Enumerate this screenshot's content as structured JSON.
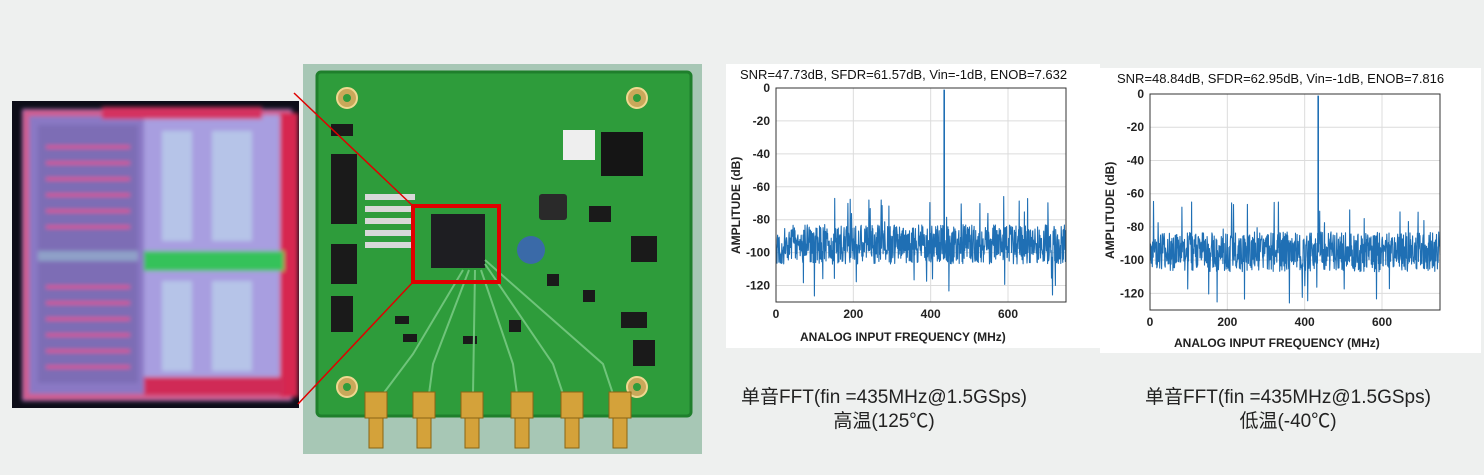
{
  "chart_data": [
    {
      "type": "line",
      "title": "SNR=47.73dB, SFDR=61.57dB, Vin=-1dB, ENOB=7.632",
      "xlabel": "ANALOG INPUT FREQUENCY (MHz)",
      "ylabel": "AMPLITUDE (dB)",
      "xlim": [
        0,
        750
      ],
      "ylim": [
        -130,
        0
      ],
      "xticks": [
        0,
        200,
        400,
        600
      ],
      "yticks": [
        0,
        -20,
        -40,
        -60,
        -80,
        -100,
        -120
      ],
      "grid": true,
      "series": [
        {
          "tone_frequency": 435,
          "tone_amplitude": -1,
          "noise_floor": -95,
          "max_spur": -62.6,
          "color": "#1f6fb4"
        }
      ]
    },
    {
      "type": "line",
      "title": "SNR=48.84dB, SFDR=62.95dB, Vin=-1dB, ENOB=7.816",
      "xlabel": "ANALOG INPUT FREQUENCY (MHz)",
      "ylabel": "AMPLITUDE (dB)",
      "xlim": [
        0,
        750
      ],
      "ylim": [
        -130,
        0
      ],
      "xticks": [
        0,
        200,
        400,
        600
      ],
      "yticks": [
        0,
        -20,
        -40,
        -60,
        -80,
        -100,
        -120
      ],
      "grid": true,
      "series": [
        {
          "tone_frequency": 435,
          "tone_amplitude": -1,
          "noise_floor": -95,
          "max_spur": -64,
          "color": "#1f6fb4"
        }
      ]
    }
  ],
  "captions": [
    {
      "line1": "单音FFT(fin =435MHz@1.5GSps)",
      "line2": "高温(125℃)"
    },
    {
      "line1": "单音FFT(fin =435MHz@1.5GSps)",
      "line2": "低温(-40℃)"
    }
  ],
  "colors": {
    "highlight_box": "#e00000",
    "pcb_green": "#2c9a3a",
    "trace_blue": "#1f6fb4"
  }
}
